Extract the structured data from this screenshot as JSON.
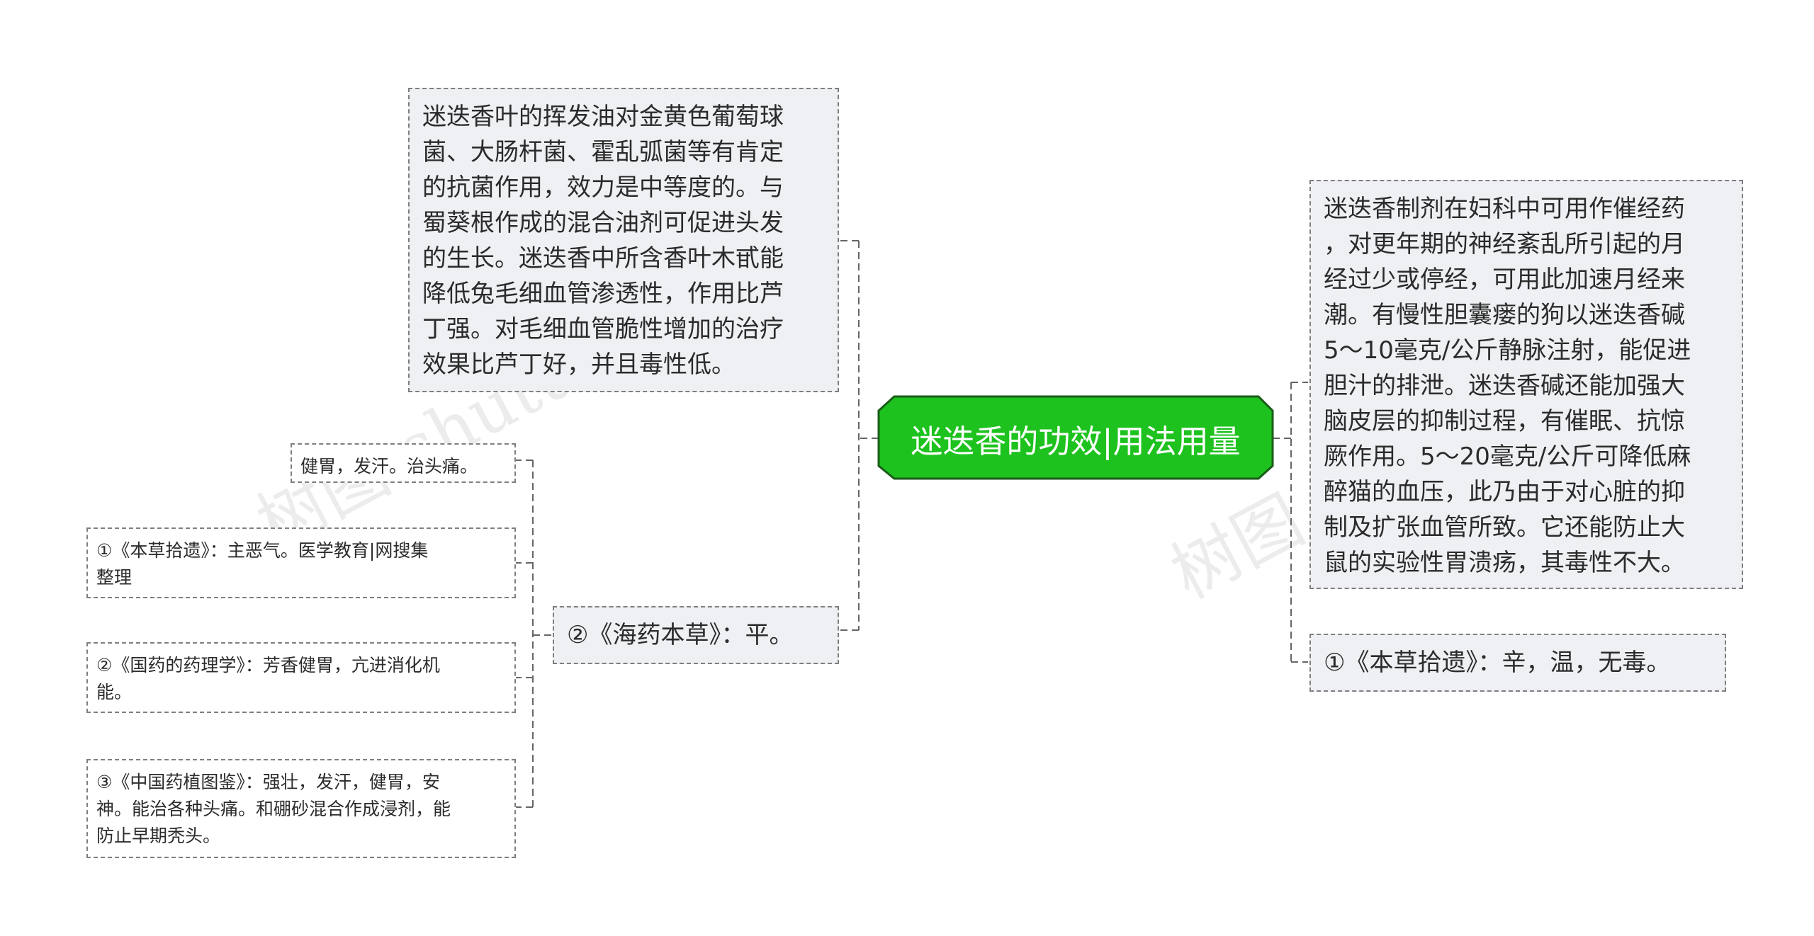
{
  "root": {
    "label": "迷迭香的功效|用法用量",
    "color": "#1ec21e",
    "border": "#1a5c1a"
  },
  "watermark": "树图 shutu.cn",
  "left": {
    "pharmacology": "迷迭香叶的挥发油对金黄色葡萄球\n菌、大肠杆菌、霍乱弧菌等有肯定\n的抗菌作用，效力是中等度的。与\n蜀葵根作成的混合油剂可促进头发\n的生长。迷迭香中所含香叶木甙能\n降低兔毛细血管渗透性，作用比芦\n丁强。对毛细血管脆性增加的治疗\n效果比芦丁好，并且毒性低。",
    "haiyao": "②《海药本草》：平。",
    "children": [
      "健胃，发汗。治头痛。",
      "①《本草拾遗》：主恶气。医学教育|网搜集\n整理",
      "②《国药的药理学》：芳香健胃，亢进消化机\n能。",
      "③《中国药植图鉴》：强壮，发汗，健胃，安\n神。能治各种头痛。和硼砂混合作成浸剂，能\n防止早期秃头。"
    ]
  },
  "right": {
    "clinical": "迷迭香制剂在妇科中可用作催经药\n，对更年期的神经紊乱所引起的月\n经过少或停经，可用此加速月经来\n潮。有慢性胆囊瘘的狗以迷迭香碱\n5～10毫克/公斤静脉注射，能促进\n胆汁的排泄。迷迭香碱还能加强大\n脑皮层的抑制过程，有催眠、抗惊\n厥作用。5～20毫克/公斤可降低麻\n醉猫的血压，此乃由于对心脏的抑\n制及扩张血管所致。它还能防止大\n鼠的实验性胃溃疡，其毒性不大。",
    "bencao": "①《本草拾遗》：辛，温，无毒。"
  }
}
